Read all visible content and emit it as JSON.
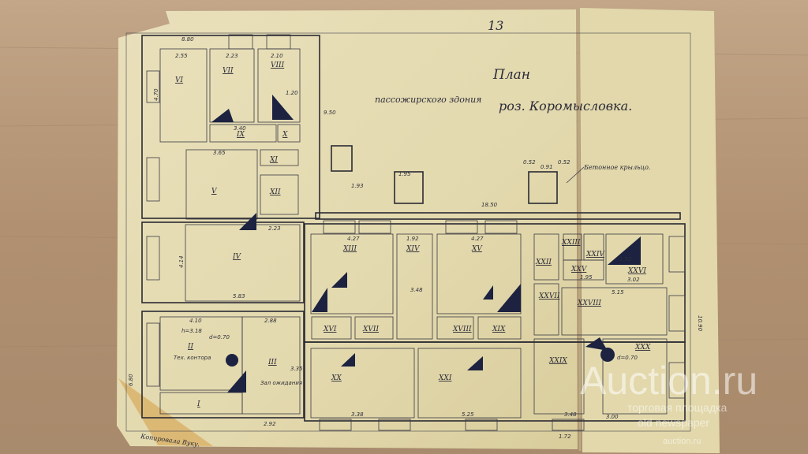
{
  "page_number": "13",
  "title": {
    "line1": "План",
    "line2": "пассожирского здония",
    "line3": "роз. Коромысловка."
  },
  "annotation": "Бетонное крыльцо.",
  "copied_by": "Копировала Вуку.",
  "room_notes": {
    "height": "h=3.18",
    "door": "d=0.70",
    "tech_office": "Тех. контора",
    "waiting_hall": "Зал ожидания",
    "door_right": "d=0.70"
  },
  "rooms": [
    "I",
    "II",
    "III",
    "IV",
    "V",
    "VI",
    "VII",
    "VIII",
    "IX",
    "X",
    "XI",
    "XII",
    "XIII",
    "XIV",
    "XV",
    "XVI",
    "XVII",
    "XVIII",
    "XIX",
    "XX",
    "XXI",
    "XXII",
    "XXIII",
    "XXIV",
    "XXV",
    "XXVI",
    "XXVII",
    "XXVIII",
    "XXIX",
    "XXX"
  ],
  "dimensions": [
    "8.80",
    "2.55",
    "2.23",
    "2.10",
    "9.50",
    "3.40",
    "3.65",
    "2.23",
    "5.83",
    "4.10",
    "2.88",
    "3.35",
    "2.92",
    "4.27",
    "1.92",
    "4.27",
    "18.50",
    "1.93",
    "1.95",
    "3.48",
    "5.15",
    "3.02",
    "1.95",
    "10.90",
    "3.48",
    "3.00",
    "3.38",
    "5.25",
    "1.72",
    "6.80",
    "1.20",
    "1.82",
    "0.91",
    "0.52",
    "0.52",
    "4.70",
    "4.14"
  ],
  "watermark": {
    "brand": "Auction.ru",
    "line1": "торговая площадка",
    "line2": "old newspaper",
    "line3": "auction.ru"
  },
  "colors": {
    "paper": "#e5dcb4",
    "ink": "#2a2a33",
    "fill": "#1c2240",
    "wood": "#b89a7a"
  }
}
